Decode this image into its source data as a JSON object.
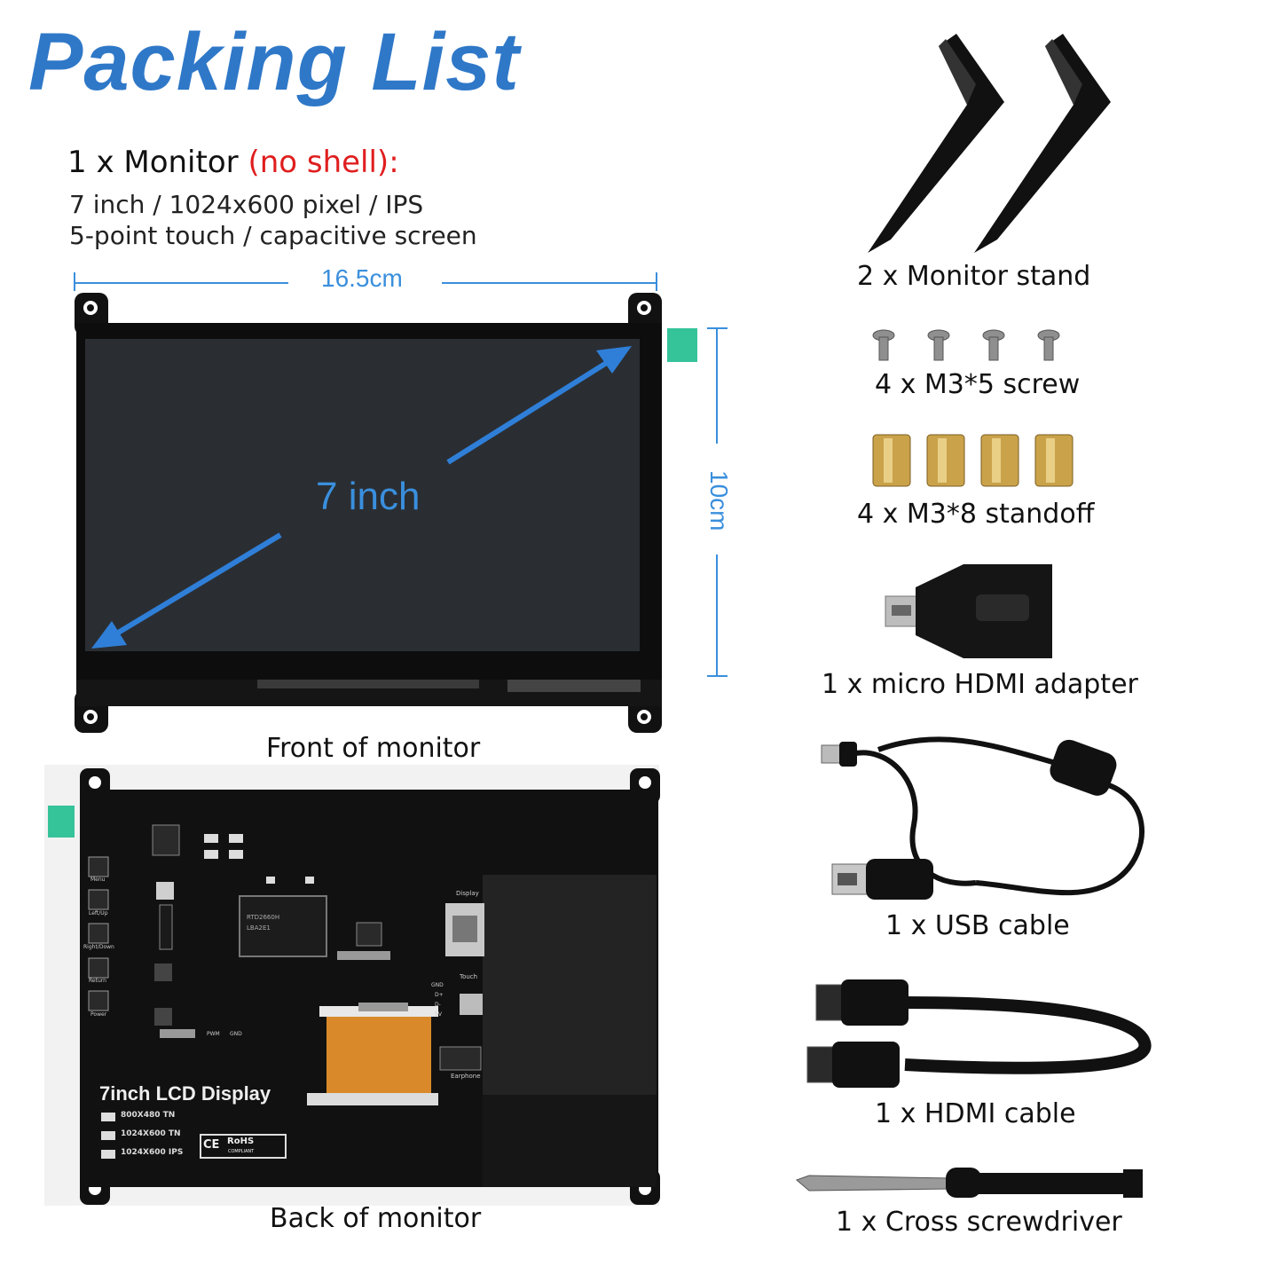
{
  "title": "Packing List",
  "monitor": {
    "heading_prefix": "1 x Monitor",
    "heading_highlight": "(no shell):",
    "spec_line1": "7 inch / 1024x600 pixel / IPS",
    "spec_line2": "5-point touch / capacitive screen",
    "width_label": "16.5cm",
    "height_label": "10cm",
    "diagonal_label": "7 inch",
    "front_caption": "Front of monitor",
    "back_caption": "Back of monitor"
  },
  "pcb": {
    "board_title": "7inch LCD Display",
    "options": [
      "800X480 TN",
      "1024X600 TN",
      "1024X600 IPS"
    ],
    "buttons": [
      "Menu",
      "Left/Up",
      "Right/Down",
      "Return",
      "Power"
    ],
    "ports": [
      "Display",
      "Touch",
      "Earphone"
    ],
    "pins": [
      "GND",
      "D+",
      "D-",
      "5V"
    ],
    "pwm_pins": [
      "PWM",
      "GND"
    ],
    "chip_text": [
      "RTD2660H",
      "LBA2E1"
    ],
    "cert_marks": [
      "CE",
      "RoHS",
      "COMPLIANT"
    ]
  },
  "items": [
    {
      "label": "2 x Monitor stand",
      "icon": "monitor-stand-icon"
    },
    {
      "label": "4 x M3*5 screw",
      "icon": "screw-icon"
    },
    {
      "label": "4 x M3*8 standoff",
      "icon": "standoff-icon"
    },
    {
      "label": "1 x micro HDMI adapter",
      "icon": "micro-hdmi-adapter-icon"
    },
    {
      "label": "1 x USB cable",
      "icon": "usb-cable-icon"
    },
    {
      "label": "1 x HDMI cable",
      "icon": "hdmi-cable-icon"
    },
    {
      "label": "1 x Cross screwdriver",
      "icon": "screwdriver-icon"
    }
  ],
  "colors": {
    "title_blue": "#2f78c8",
    "highlight_red": "#e01e1e",
    "dimension_blue": "#3a8fdd",
    "screen": "#2a2e33",
    "board": "#111111",
    "ribbon": "#d9892a",
    "brass": "#c9a24a"
  }
}
